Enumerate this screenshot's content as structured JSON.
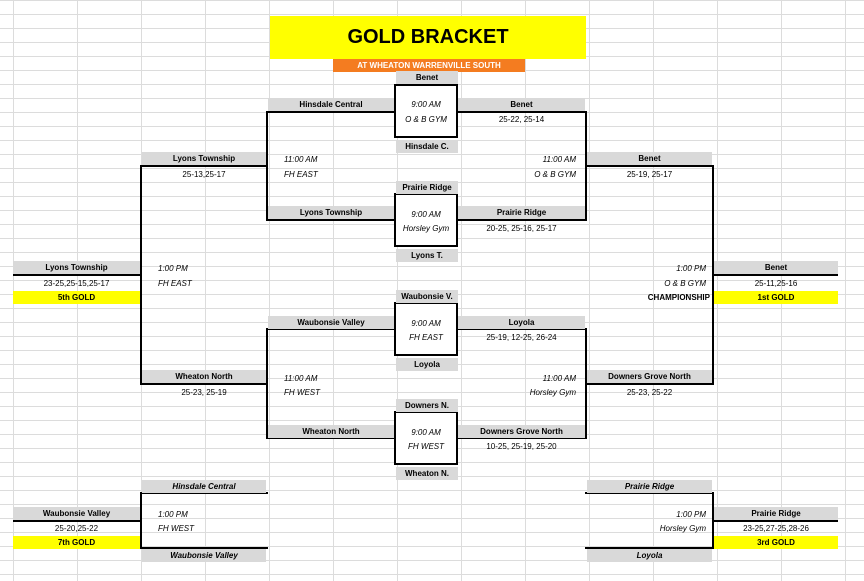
{
  "header": {
    "title": "GOLD BRACKET",
    "venue": "AT WHEATON WARRENVILLE SOUTH"
  },
  "center_column": {
    "top_1": "Benet",
    "top_2": "Hinsdale C.",
    "top_3": "Prairie Ridge",
    "top_4": "Lyons T.",
    "bottom_1": "Waubonsie V.",
    "bottom_2": "Loyola",
    "bottom_3": "Downers N.",
    "bottom_4": "Wheaton N."
  },
  "round1": {
    "m1": {
      "left_team": "Hinsdale Central",
      "right_team": "Benet",
      "time": "9:00 AM",
      "location": "O & B GYM",
      "score": "25-22, 25-14"
    },
    "m2": {
      "left_team": "Lyons Township",
      "right_team": "Prairie Ridge",
      "time": "9:00 AM",
      "location": "Horsley Gym",
      "score": "20-25, 25-16, 25-17"
    },
    "m3": {
      "left_team": "Waubonsie Valley",
      "right_team": "Loyola",
      "time": "9:00 AM",
      "location": "FH EAST",
      "score": "25-19, 12-25, 26-24"
    },
    "m4": {
      "left_team": "Wheaton North",
      "right_team": "Downers Grove North",
      "time": "9:00 AM",
      "location": "FH WEST",
      "score": "10-25, 25-19, 25-20"
    }
  },
  "semis": {
    "left_top": {
      "time": "11:00 AM",
      "location": "FH EAST"
    },
    "right_top": {
      "time": "11:00 AM",
      "location": "O & B GYM"
    },
    "left_bottom": {
      "time": "11:00 AM",
      "location": "FH WEST"
    },
    "right_bottom": {
      "time": "11:00 AM",
      "location": "Horsley Gym"
    }
  },
  "quarter_results": {
    "left_top": {
      "team": "Lyons Township",
      "score": "25-13,25-17"
    },
    "right_top": {
      "team": "Benet",
      "score": "25-19, 25-17"
    },
    "left_bottom": {
      "team": "Wheaton North",
      "score": "25-23, 25-19"
    },
    "right_bottom": {
      "team": "Downers Grove North",
      "score": "25-23, 25-22"
    }
  },
  "finals": {
    "left": {
      "time": "1:00 PM",
      "location": "FH EAST",
      "team": "Lyons Township",
      "score": "23-25,25-15,25-17",
      "place": "5th GOLD"
    },
    "right": {
      "time": "1:00 PM",
      "location": "O & B GYM",
      "label": "CHAMPIONSHIP",
      "team": "Benet",
      "score": "25-11,25-16",
      "place": "1st GOLD"
    }
  },
  "consolation": {
    "left": {
      "top_team": "Hinsdale Central",
      "bottom_team": "Waubonsie Valley",
      "time": "1:00 PM",
      "location": "FH WEST",
      "winner": "Waubonsie Valley",
      "score": "25-20,25-22",
      "place": "7th GOLD"
    },
    "right": {
      "top_team": "Prairie Ridge",
      "bottom_team": "Loyola",
      "time": "1:00 PM",
      "location": "Horsley Gym",
      "winner": "Prairie Ridge",
      "score": "23-25,27-25,28-26",
      "place": "3rd GOLD"
    }
  },
  "colors": {
    "title_bg": "#ffff00",
    "venue_bg": "#f47c20",
    "team_cell_bg": "#d9d9d9",
    "place_bg": "#ffff00"
  }
}
